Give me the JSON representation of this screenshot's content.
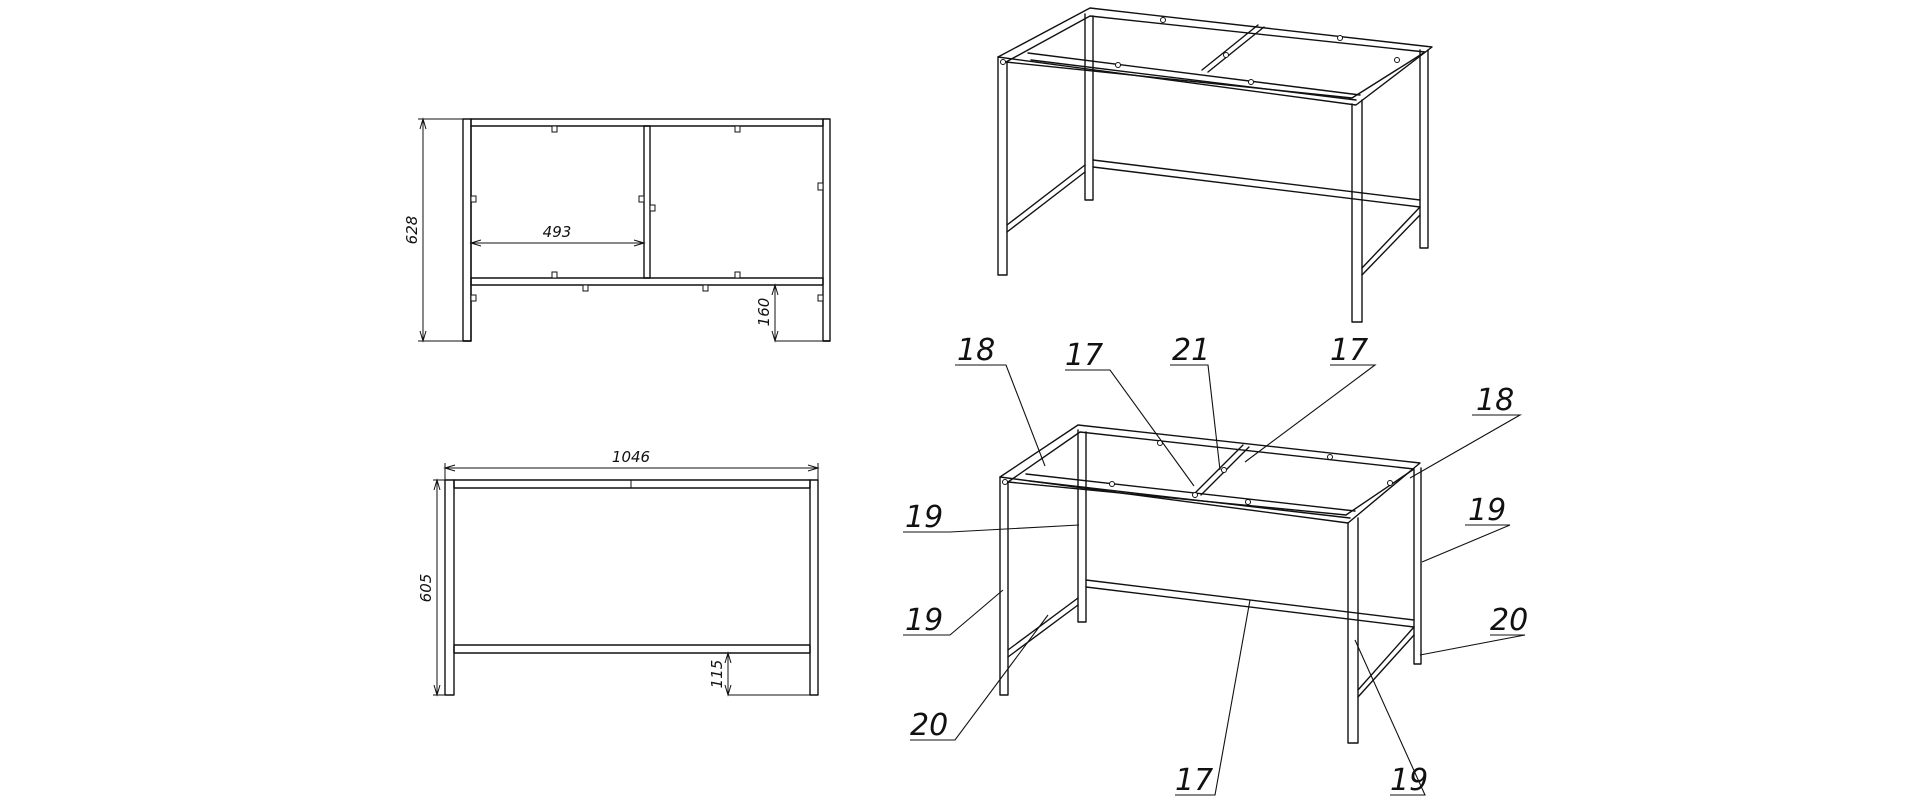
{
  "dimensions": {
    "frame_depth": "628",
    "cell_width": "493",
    "lower_shelf_height": "160",
    "frame_width": "1046",
    "frame_height": "605",
    "lower_rail_height": "115"
  },
  "callouts": {
    "side_top_rail_left": "18",
    "long_rail_back": "17",
    "center_bracket": "21",
    "long_rail_front": "17",
    "side_top_rail_right": "18",
    "leg_upper_left": "19",
    "leg_right": "19",
    "leg_lower_left": "19",
    "side_bottom_rail_right": "20",
    "side_bottom_rail_left": "20",
    "bottom_long_rail": "17",
    "leg_front_right": "19"
  }
}
